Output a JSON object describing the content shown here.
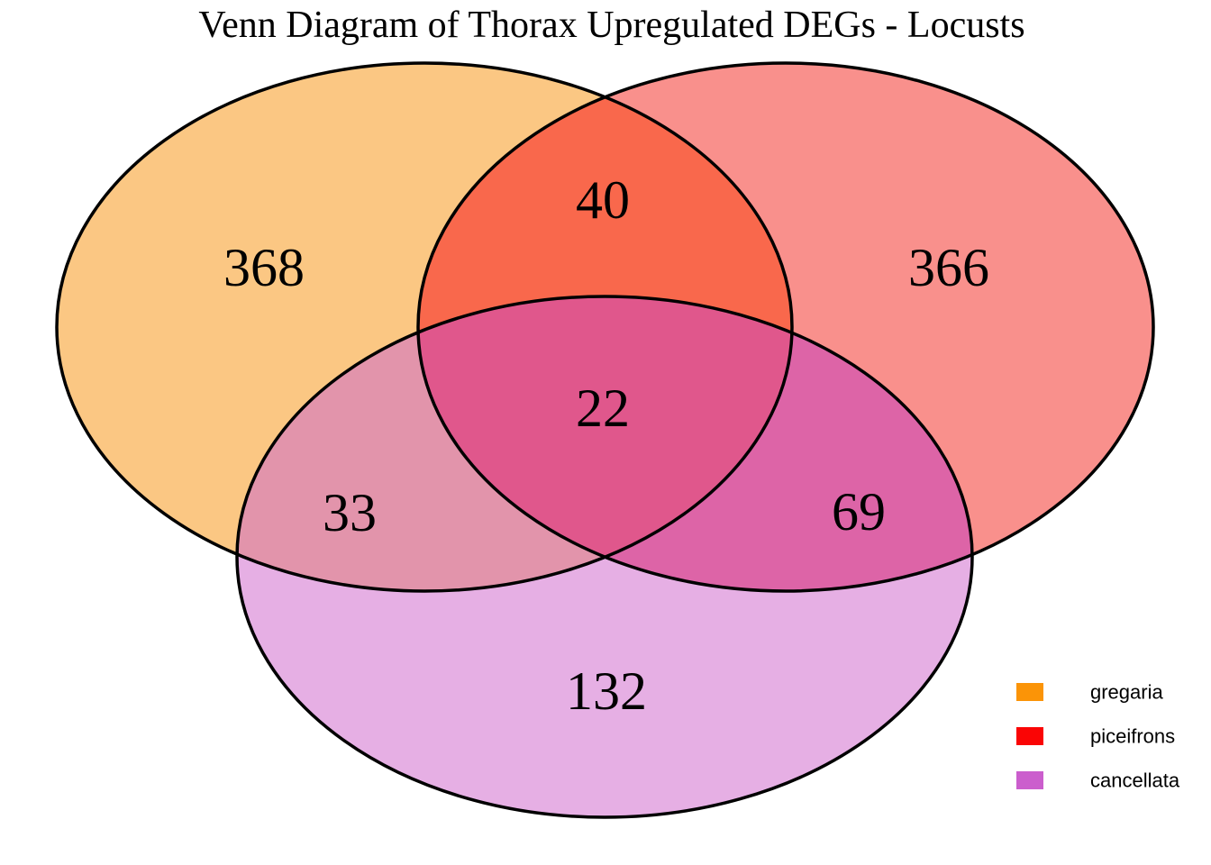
{
  "title": "Venn Diagram of Thorax Upregulated DEGs - Locusts",
  "venn": {
    "sets": [
      "gregaria",
      "piceifrons",
      "cancellata"
    ],
    "regions": {
      "gregaria_only": "368",
      "piceifrons_only": "366",
      "cancellata_only": "132",
      "gregaria_piceifrons": "40",
      "gregaria_cancellata": "33",
      "piceifrons_cancellata": "69",
      "all_three": "22"
    }
  },
  "colors": {
    "stroke": "#000000",
    "background": "#ffffff",
    "sets": {
      "gregaria": "#FB9407",
      "piceifrons": "#FA0505",
      "cancellata": "#CB5ECD"
    },
    "regions": {
      "gregaria_only": "#FBC783",
      "piceifrons_only": "#F9908C",
      "cancellata_only": "#E6AFE4",
      "gregaria_piceifrons": "#F9684C",
      "gregaria_cancellata": "#E294AB",
      "piceifrons_cancellata": "#DD64A7",
      "all_three": "#E0578C"
    }
  },
  "legend": {
    "items": [
      {
        "label": "gregaria",
        "color": "#FB9407"
      },
      {
        "label": "piceifrons",
        "color": "#FA0505"
      },
      {
        "label": "cancellata",
        "color": "#CB5ECD"
      }
    ]
  },
  "chart_data": {
    "type": "venn",
    "title": "Venn Diagram of Thorax Upregulated DEGs - Locusts",
    "sets": [
      "gregaria",
      "piceifrons",
      "cancellata"
    ],
    "region_values": {
      "gregaria_only": 368,
      "piceifrons_only": 366,
      "cancellata_only": 132,
      "gregaria_and_piceifrons": 40,
      "gregaria_and_cancellata": 33,
      "piceifrons_and_cancellata": 69,
      "gregaria_and_piceifrons_and_cancellata": 22
    },
    "legend_position": "bottom-right"
  }
}
